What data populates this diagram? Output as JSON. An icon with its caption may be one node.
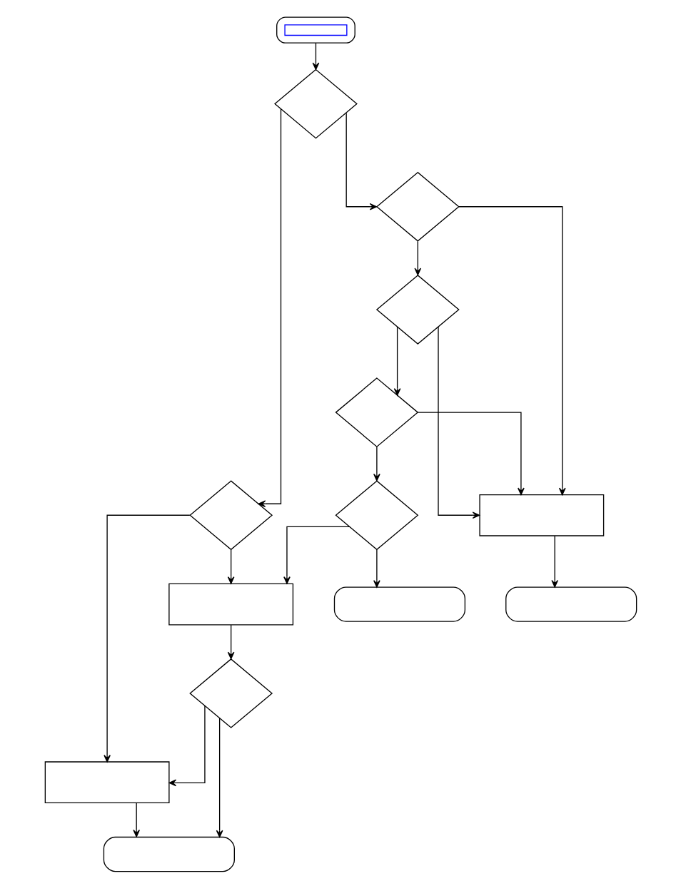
{
  "diagram": {
    "nodes": [
      {
        "text": [],
        "shape": "stadium"
      },
      {
        "text": [],
        "shape": "box",
        "in": 0
      },
      {
        "text": [],
        "shape": "diamond"
      },
      {
        "text": [],
        "shape": "box"
      },
      {
        "text": [],
        "shape": "diamond"
      },
      {
        "text": [],
        "shape": "diamond"
      },
      {
        "text": [],
        "shape": "box"
      },
      {
        "text": [],
        "shape": "diamond"
      },
      {
        "text": [],
        "shape": "diamond"
      },
      {
        "text": [],
        "shape": "stadium"
      },
      {
        "text": [],
        "shape": "diamond"
      },
      {
        "text": [],
        "shape": "diamond"
      },
      {
        "text": [],
        "shape": "stadium"
      },
      {
        "text": [],
        "shape": "box"
      },
      {
        "text": [],
        "shape": "stadium"
      }
    ],
    "edges": [
      {
        "from": 0,
        "to": 2,
        "arrow": "to"
      },
      {
        "from": 2,
        "to": 4,
        "arrow": "to"
      },
      {
        "from": 2,
        "to": 5,
        "arrow": "to"
      },
      {
        "from": 4,
        "to": 3,
        "arrow": "to"
      },
      {
        "from": 4,
        "to": 6,
        "arrow": "to"
      },
      {
        "from": 5,
        "to": 13,
        "arrow": "to"
      },
      {
        "from": 5,
        "to": 8,
        "arrow": "to"
      },
      {
        "from": 8,
        "to": 13,
        "arrow": "to"
      },
      {
        "from": 8,
        "to": 11,
        "arrow": "to"
      },
      {
        "from": 11,
        "to": 13,
        "arrow": "to"
      },
      {
        "from": 11,
        "to": 10,
        "arrow": "to"
      },
      {
        "from": 10,
        "to": 6,
        "arrow": "to"
      },
      {
        "from": 10,
        "to": 12,
        "arrow": "to"
      },
      {
        "from": 6,
        "to": 7,
        "arrow": "to"
      },
      {
        "from": 7,
        "to": 3,
        "arrow": "to"
      },
      {
        "from": 7,
        "to": 9,
        "arrow": "to"
      },
      {
        "from": 3,
        "to": 9,
        "arrow": "to"
      },
      {
        "from": 13,
        "to": 14,
        "arrow": "to"
      }
    ]
  }
}
